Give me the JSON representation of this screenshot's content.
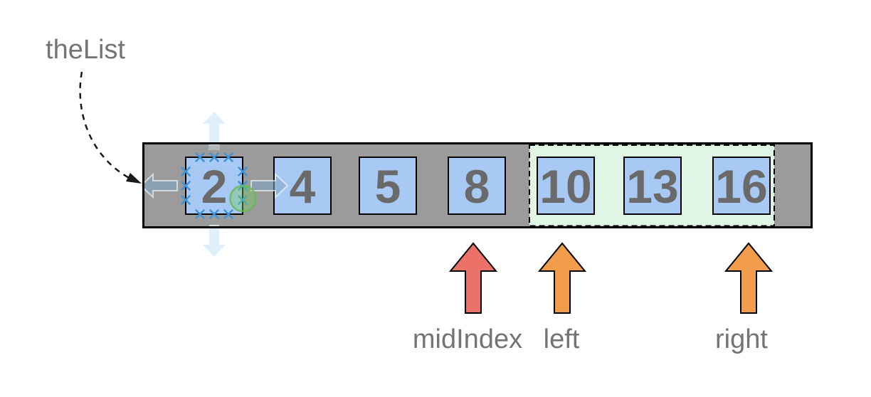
{
  "diagram": {
    "list_label": "theList",
    "values": [
      "2",
      "4",
      "5",
      "8",
      "10",
      "13",
      "16"
    ],
    "selected_value": "2",
    "pointers": [
      {
        "label": "midIndex",
        "points_to": "8",
        "color": "#ec7168"
      },
      {
        "label": "left",
        "points_to": "10",
        "color": "#f19d4c"
      },
      {
        "label": "right",
        "points_to": "16",
        "color": "#f19d4c"
      }
    ],
    "highlight": {
      "values": [
        "10",
        "13",
        "16"
      ],
      "color": "#dff6e6"
    },
    "colors": {
      "container": "#9b9b9b",
      "box": "#a8c9f3",
      "number": "#6a6a6a",
      "label": "#747474",
      "handle": "#3e95d8",
      "connector": "#1a1a1a"
    }
  }
}
